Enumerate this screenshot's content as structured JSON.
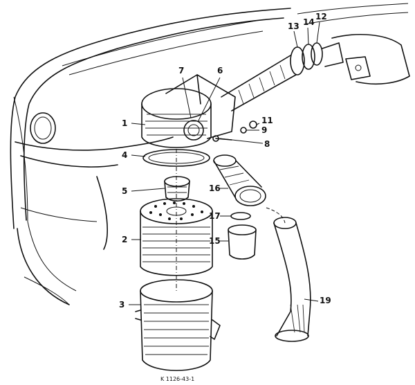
{
  "figure": {
    "caption": "K 1126-43-1"
  },
  "labels": [
    {
      "id": "1",
      "text": "1"
    },
    {
      "id": "2",
      "text": "2"
    },
    {
      "id": "3",
      "text": "3"
    },
    {
      "id": "4",
      "text": "4"
    },
    {
      "id": "5",
      "text": "5"
    },
    {
      "id": "6",
      "text": "6"
    },
    {
      "id": "7",
      "text": "7"
    },
    {
      "id": "8",
      "text": "8"
    },
    {
      "id": "9",
      "text": "9"
    },
    {
      "id": "11",
      "text": "11"
    },
    {
      "id": "12",
      "text": "12"
    },
    {
      "id": "13",
      "text": "13"
    },
    {
      "id": "14",
      "text": "14"
    },
    {
      "id": "15",
      "text": "15"
    },
    {
      "id": "16",
      "text": "16"
    },
    {
      "id": "17",
      "text": "17"
    },
    {
      "id": "19",
      "text": "19"
    }
  ]
}
